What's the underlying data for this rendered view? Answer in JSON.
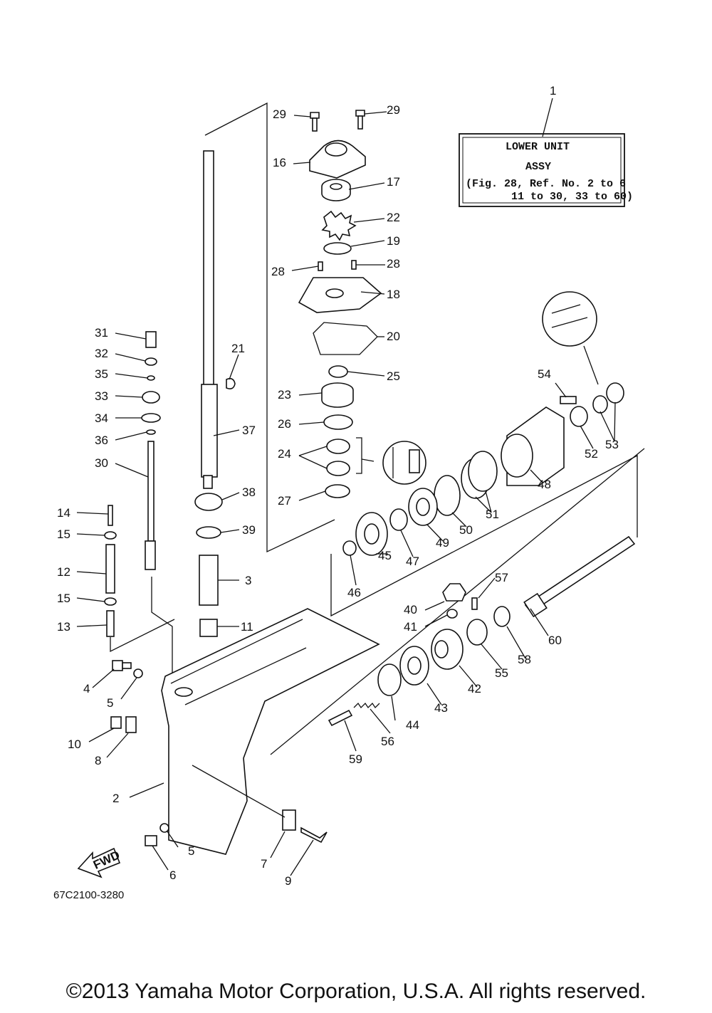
{
  "assy_box": {
    "ref": "1",
    "line1": "LOWER UNIT",
    "line2": "ASSY",
    "line3": "(Fig. 28, Ref. No. 2 to 6",
    "line4": "11 to 30, 33 to 60)"
  },
  "fwd_label": "FWD",
  "diagram_code": "67C2100-3280",
  "copyright": "©2013 Yamaha Motor Corporation, U.S.A. All rights reserved.",
  "part_labels": [
    "29",
    "29",
    "16",
    "17",
    "22",
    "19",
    "28",
    "28",
    "18",
    "20",
    "25",
    "23",
    "26",
    "24",
    "27",
    "21",
    "37",
    "38",
    "39",
    "3",
    "11",
    "31",
    "32",
    "35",
    "33",
    "34",
    "36",
    "30",
    "14",
    "15",
    "12",
    "15",
    "13",
    "4",
    "5",
    "10",
    "8",
    "2",
    "5",
    "6",
    "7",
    "9",
    "54",
    "53",
    "52",
    "48",
    "51",
    "50",
    "49",
    "47",
    "45",
    "46",
    "57",
    "40",
    "41",
    "60",
    "58",
    "55",
    "42",
    "43",
    "44",
    "56",
    "59"
  ]
}
